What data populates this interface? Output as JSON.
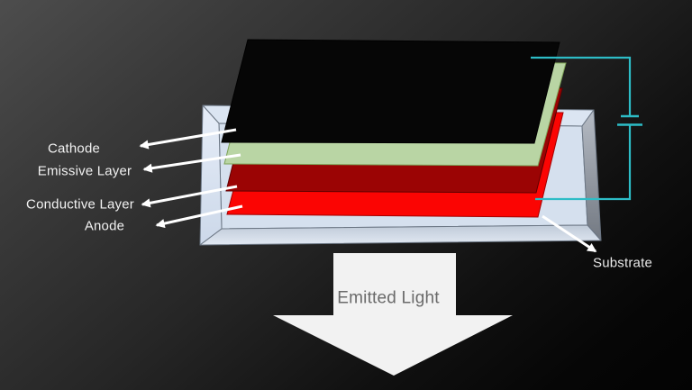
{
  "labels": {
    "cathode": "Cathode",
    "emissive": "Emissive Layer",
    "conductive": "Conductive Layer",
    "anode": "Anode",
    "substrate": "Substrate",
    "emitted_light": "Emitted Light"
  },
  "colors": {
    "cathode_layer": "#060606",
    "emissive_layer": "#b9d5a4",
    "emissive_outline": "#7da257",
    "conductive_layer": "#9b0404",
    "conductive_outline": "#5e0000",
    "anode_layer": "#fb0503",
    "anode_outline": "#a30000",
    "substrate_rim": "#dbe5f2",
    "substrate_floor": "#d5e0ee",
    "substrate_outline": "#6b7684",
    "circuit_wire": "#2dbcc6",
    "pointer_arrow": "#ffffff",
    "emitted_arrow": "#f2f2f2",
    "emitted_text": "#6a6a6a",
    "label_text": "#f2f2f2"
  }
}
